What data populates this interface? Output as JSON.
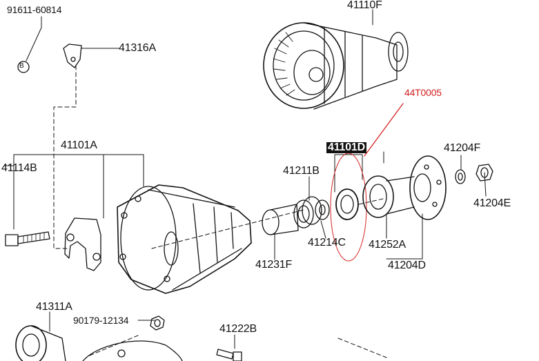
{
  "labels": {
    "p91611": "91611-60814",
    "p41316a": "41316A",
    "p41110f": "41110F",
    "note": "44T0005",
    "p41101a": "41101A",
    "p41101d": "41101D",
    "p41114b": "41114B",
    "p41211b": "41211B",
    "p41204f": "41204F",
    "p41204e": "41204E",
    "p41214c": "41214C",
    "p41252a": "41252A",
    "p41231f": "41231F",
    "p41204d": "41204D",
    "p41311a": "41311A",
    "p90179": "90179-12134",
    "p41222b": "41222B",
    "circled_b": "B"
  },
  "colors": {
    "ink": "#111111",
    "annotation": "#d42020",
    "highlight_bg": "#111111",
    "highlight_text": "#ffffff"
  }
}
